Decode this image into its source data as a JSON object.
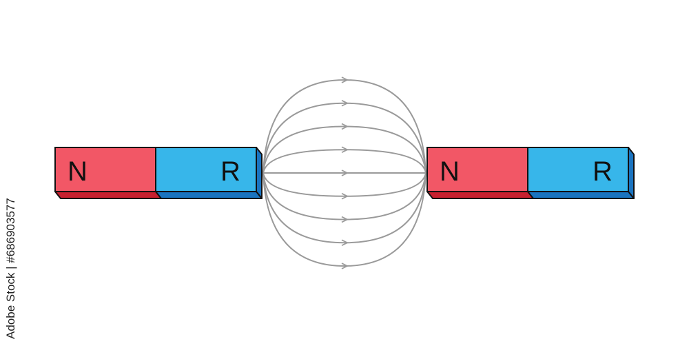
{
  "colors": {
    "north": "#f25766",
    "north_side": "#c8202f",
    "south": "#37b6ea",
    "south_side": "#1a74c0",
    "outline": "#111111",
    "field_line": "#9a9a9a"
  },
  "magnets": [
    {
      "north_label": "N",
      "south_label": "R"
    },
    {
      "north_label": "N",
      "south_label": "R"
    }
  ],
  "field": {
    "line_count": 9,
    "direction": "right-to-left"
  },
  "watermark": {
    "text": "Adobe Stock | #686903577"
  }
}
